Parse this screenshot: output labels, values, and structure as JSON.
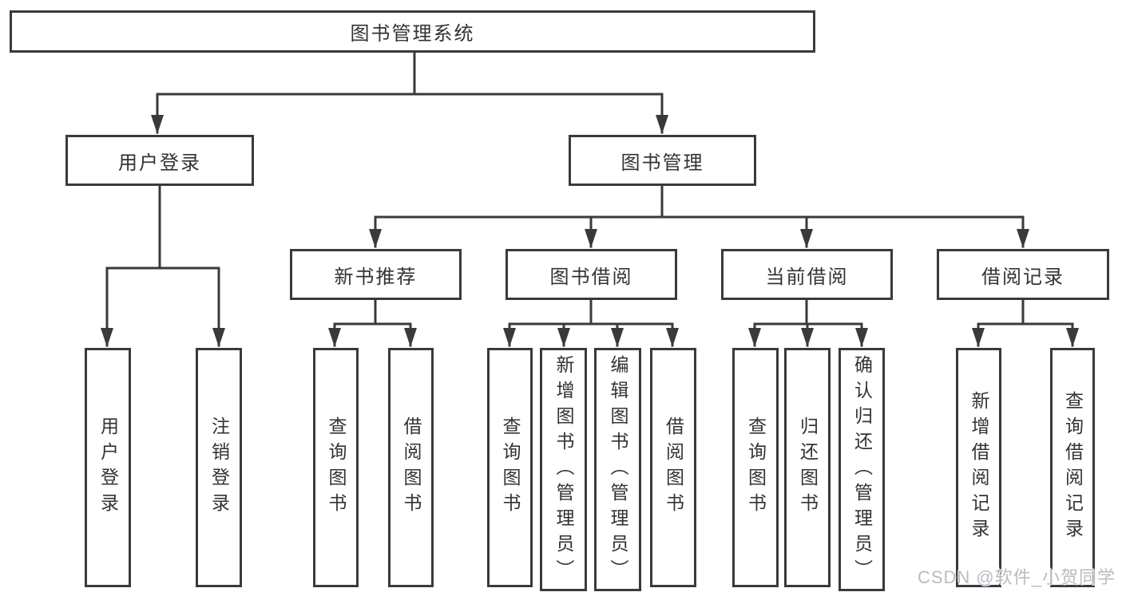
{
  "diagram": {
    "type": "tree",
    "title": "图书管理系统",
    "root": {
      "label": "图书管理系统",
      "children": [
        {
          "label": "用户登录",
          "children": [
            {
              "label": "用户登录"
            },
            {
              "label": "注销登录"
            }
          ]
        },
        {
          "label": "图书管理",
          "children": [
            {
              "label": "新书推荐",
              "children": [
                {
                  "label": "查询图书"
                },
                {
                  "label": "借阅图书"
                }
              ]
            },
            {
              "label": "图书借阅",
              "children": [
                {
                  "label": "查询图书"
                },
                {
                  "label": "新增图书（管理员）"
                },
                {
                  "label": "编辑图书（管理员）"
                },
                {
                  "label": "借阅图书"
                }
              ]
            },
            {
              "label": "当前借阅",
              "children": [
                {
                  "label": "查询图书"
                },
                {
                  "label": "归还图书"
                },
                {
                  "label": "确认归还（管理员）"
                }
              ]
            },
            {
              "label": "借阅记录",
              "children": [
                {
                  "label": "新增借阅记录"
                },
                {
                  "label": "查询借阅记录"
                }
              ]
            }
          ]
        }
      ]
    }
  },
  "watermark": {
    "text": "CSDN @软件_小贺同学"
  },
  "colors": {
    "line": "#3a3a3a",
    "text": "#333333",
    "box_fill": "#ffffff",
    "background": "#ffffff",
    "watermark": "#b7bcc6"
  }
}
